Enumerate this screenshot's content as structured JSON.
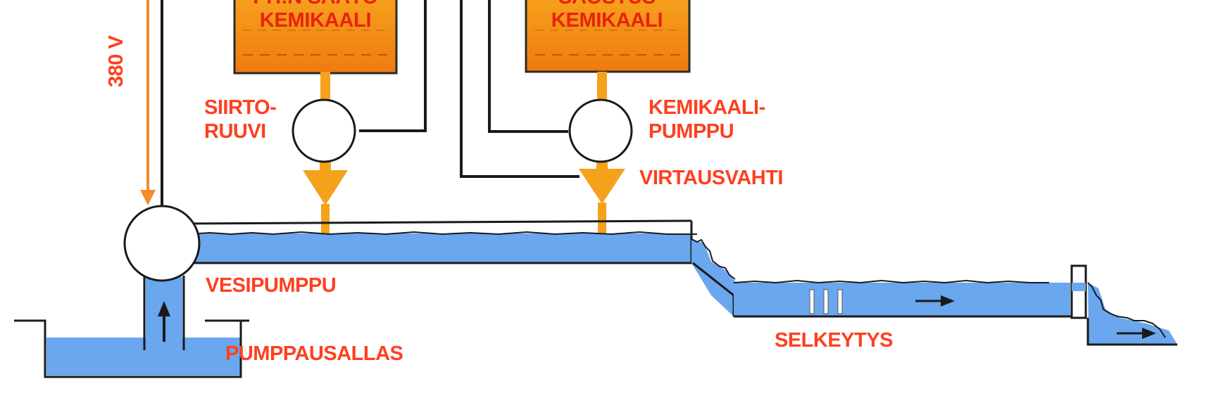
{
  "tanks": {
    "left": {
      "line1": "PH:N SÄÄTÖ",
      "line2": "KEMIKAALI"
    },
    "right": {
      "line1": "SAOSTUS",
      "line2": "KEMIKAALI"
    }
  },
  "labels": {
    "voltage": "380 V",
    "screw_line1": "SIIRTO-",
    "screw_line2": "RUUVI",
    "pump_line1": "KEMIKAALI-",
    "pump_line2": "PUMPPU",
    "flow_switch": "VIRTAUSVAHTI",
    "water_pump": "VESIPUMPPU",
    "basin": "PUMPPAUSALLAS",
    "clarification": "SELKEYTYS"
  },
  "colors": {
    "water": "#6aa7ee",
    "tank_orange": "#f28a12",
    "pipe_orange": "#f4a21c",
    "label_red": "#ff3f1f",
    "line": "#1a1a1a"
  }
}
